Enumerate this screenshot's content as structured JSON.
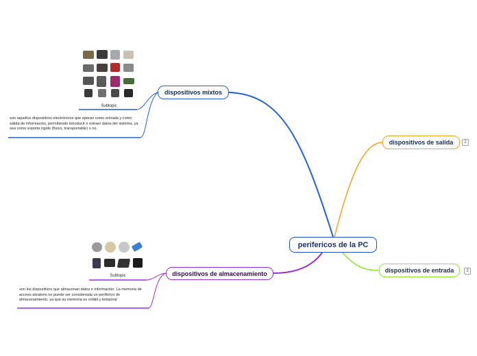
{
  "central": {
    "label": "perifericos de la PC"
  },
  "branches": {
    "mixtos": {
      "label": "dispositivos mixtos",
      "subtopic_caption": "Subtopic",
      "description": "son aquellos dispositivos electrónicos que operan como entrada y como salida de información, permitiendo introducir o extraer datos del sistema, ya sea como soporte rígido (físico, transportable) o no"
    },
    "almacenamiento": {
      "label": "dispositivos de almacenamiento",
      "subtopic_caption": "Subtopic",
      "description": "son los dispositivos que almacenan datos e información. La memoria de acceso aleatorio no puede ser considerada un periférico de almacenamiento, ya que su memoria es volátil y temporal"
    },
    "salida": {
      "label": "dispositivos de salida",
      "badge": "2"
    },
    "entrada": {
      "label": "dispositivos de entrada",
      "badge": "2"
    }
  },
  "colors": {
    "mixtos": "#1f5fd6",
    "almacenamiento": "#9a2fd6",
    "salida": "#f2a21b",
    "entrada": "#8fe32a"
  },
  "icons": [
    "device-collage-image",
    "storage-media-image",
    "collapse-count-badge"
  ]
}
